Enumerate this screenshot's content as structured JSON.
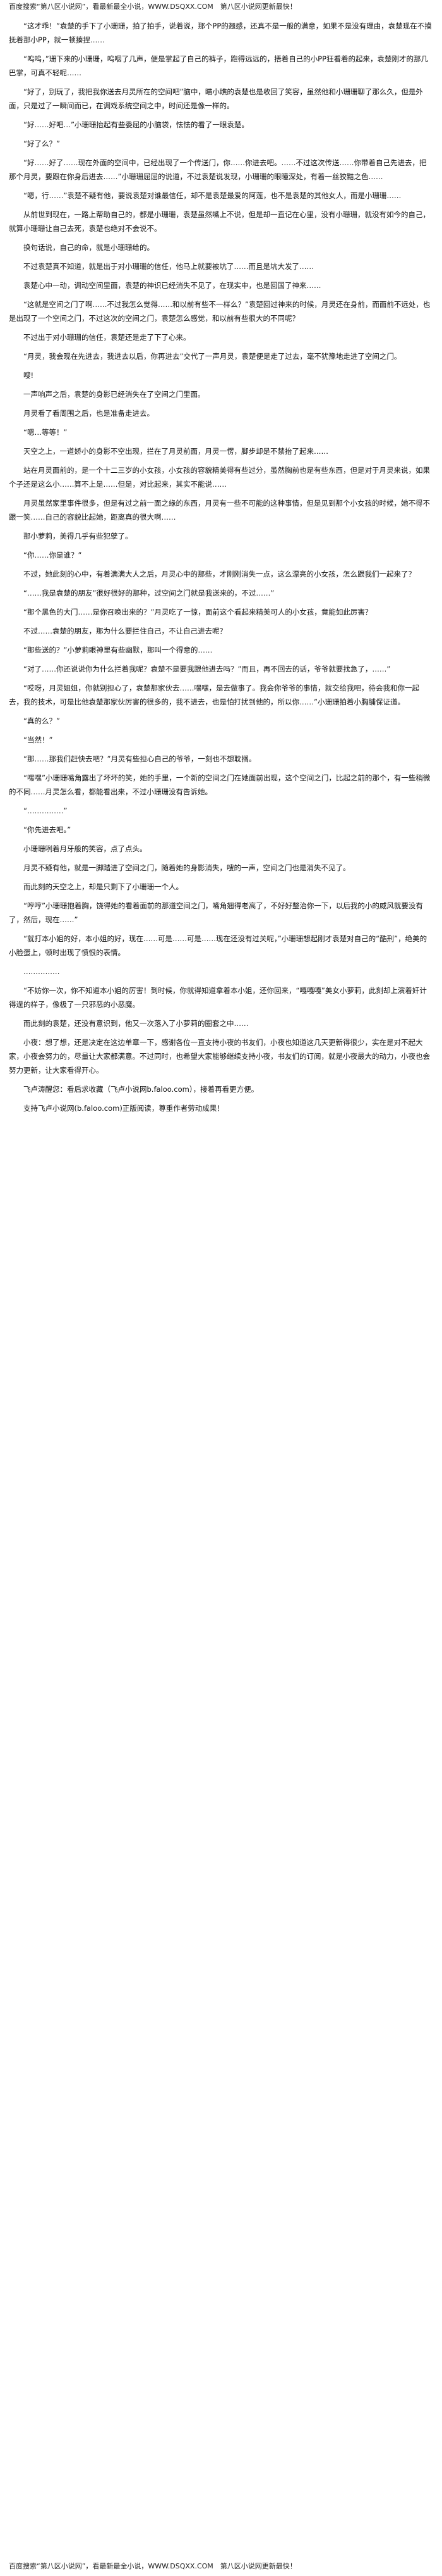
{
  "site": {
    "header": "百度搜索“第八区小说网”，看最新最全小说，WWW.DSQXX.COM　第八区小说网更新最快！",
    "footer": "百度搜索“第八区小说网”，看最新最全小说，WWW.DSQXX.COM　第八区小说网更新最快！"
  },
  "chapter": {
    "paragraphs": [
      "“这才乖！”袁楚的手下了小珊珊，拍了拍手，说着说，那个PP的翘感，还真不是一般的满意，如果不是没有理由，袁楚现在不摸抚着那小PP，就一顿揍捏……",
      "“呜呜，”珊下来的小珊珊，呜咽了几声，便是掌起了自己的裤子，跑得远远的，捂着自己的小PP狂看着的起来，袁楚刚才的那几巴掌，可真不轻呢……",
      "“好了，别玩了，我把我你送去月灵所在的空间吧”脑中，瞄小瞧的袁楚也是收回了笑容，虽然他和小珊珊聊了那么久，但是外面，只是过了一瞬间而已，在调戏系统空间之中，时间还是像一样的。",
      "“好……好吧…”小珊珊抬起有些委屈的小脑袋，怯怯的看了一眼袁楚。",
      "“好了么？”",
      "“好……好了……现在外面的空间中，已经出现了一个传送门，你……你进去吧。……不过这次传送……你带着自己先进去，把那个月灵，要跟在你身后进去……”小珊珊屈屈的说道，不过袁楚说发现，小珊珊的眼瞳深处，有着一丝狡黠之色……",
      "“嗯，行……”袁楚不疑有他，要说袁楚对谁最信任，却不是袁楚最爱的阿莲，也不是袁楚的其他女人，而是小珊珊……",
      "从前世到现在，一路上帮助自己的，都是小珊珊，袁楚虽然嘴上不说，但是却一直记在心里，没有小珊珊，就没有如今的自己，就算小珊珊让自己去死，袁楚也绝对不会说不。",
      "换句话说，自己的命，就是小珊珊给的。",
      "不过袁楚真不知道，就是出于对小珊珊的信任，他马上就要被坑了……而且是坑大发了……",
      "袁楚心中一动，调动空间里面，袁楚的神识已经消失不见了，在现实中，也是回国了神来……",
      "“这就是空间之门了啊……不过我怎么觉得……和以前有些不一样么？”袁楚回过神来的时候，月灵还在身前，而面前不远处，也是出现了一个空间之门，不过这次的空间之门，袁楚怎么感觉，和以前有些很大的不同呢？",
      "不过出于对小珊珊的信任，袁楚还是走了下了心来。",
      "“月灵，我会现在先进去，我进去以后，你再进去”交代了一声月灵，袁楚便是走了过去，毫不犹豫地走进了空间之门。",
      "嗖!",
      "一声响声之后，袁楚的身影已经消失在了空间之门里面。",
      "月灵看了看周围之后，也是准备走进去。",
      "“嗯…等等！”",
      "天空之上，一道娇小的身影不空出现，拦在了月灵前面，月灵一愣，脚步却是不禁抬了起来……",
      "站在月灵面前的，是一个十二三岁的小女孩，小女孩的容貌精美得有些过分，虽然胸前也是有些东西，但是对于月灵来说，如果个子还是这么小……算不上是……但是，对比起来，其实不能说……",
      "月灵虽然家里事件很多，但是有过之前一面之缘的东西，月灵有一些不可能的这种事情，但是见到那个小女孩的时候，她不得不跟一笑……自己的容貌比起她，距离真的很大啊……",
      "那小萝莉，美得几乎有些犯孽了。",
      "“你……你是谁？”",
      "不过，她此刻的心中，有着满满大人之后，月灵心中的那些，才刚刚消失一点，这么漂亮的小女孩，怎么跟我们一起来了？",
      "“……我是袁楚的朋友”很好很好的那种，过空间之门就是我送来的，不过……”",
      "“那个黑色的大门……是你召唤出来的？”月灵吃了一惊，面前这个看起来精美可人的小女孩，竟能如此厉害？",
      "不过……袁楚的朋友，那为什么要拦住自己，不让自己进去呢？",
      "“那些送的？”小萝莉眼神里有些幽默，那叫一个得意的……",
      "“对了……你还说说你为什么拦着我呢？袁楚不是要我跟他进去吗？”而且，再不回去的话，爷爷就要找急了，……”",
      "“哎呀，月灵姐姐，你就别担心了，袁楚那家伙去……嘿嘿，是去做事了。我会你爷爷的事情，就交给我吧，待会我和你一起去，我的技术，可是比他袁楚那家伙厉害的很多的，我不进去，也是怕打扰到他的，所以你……”小珊珊拍着小胸脯保证道。",
      "“真的么？”",
      "“当然！”",
      "“那……那我们赶快去吧？”月灵有些担心自己的爷爷，一刻也不想耽搁。",
      "“嘿嘿”小珊珊嘴角露出了坏坏的笑，她的手里，一个新的空间之门在她面前出现，这个空间之门，比起之前的那个，有一些稍微的不同……月灵怎么看，都能看出来，不过小珊珊没有告诉她。",
      "“……………”",
      "“你先进去吧。”",
      "小珊珊咧着月牙般的笑容，点了点头。",
      "月灵不疑有他，就是一脚踏进了空间之门，随着她的身影消失，嗖的一声，空间之门也是消失不见了。",
      "而此刻的天空之上，却是只剩下了小珊珊一个人。",
      "“哼哼”小珊珊抱着胸，饶得她的看着面前的那道空间之门，嘴角翘得老高了，不好好整治你一下，以后我的小的威风就要没有了，然后，现在……”",
      "“就打本小姐的好，本小姐的好，现在……可是……可是……现在还没有过关呢，”小珊珊想起刚才袁楚对自己的“酷刑”，绝美的小脸蛋上，顿时出现了愤恨的表情。",
      "……………",
      "“不妨你一次，你不知道本小姐的厉害！到时候，你就得知道拿着本小姐，还你回来，“嘎嘎嘎”美女小萝莉，此刻却上演着奸计得逞的样子，像极了一只邪恶的小恶魔。",
      "而此刻的袁楚，还没有意识到，他又一次落入了小萝莉的圈套之中……",
      "小夜：想了想，还是决定在这边单章一下，感谢各位一直支持小夜的书友们，小夜也知道这几天更新得很少，实在是对不起大家，小夜会努力的，尽量让大家都满意。不过同时，也希望大家能够继续支持小夜，书友们的订阅，就是小夜最大的动力，小夜也会努力更新，让大家看得开心。",
      "飞卢涛醒您：看后求收藏（飞卢小说网b.faloo.com），接着再看更方便。",
      "支持飞卢小说网(b.faloo.com)正版阅读，尊重作者劳动成果！"
    ]
  }
}
